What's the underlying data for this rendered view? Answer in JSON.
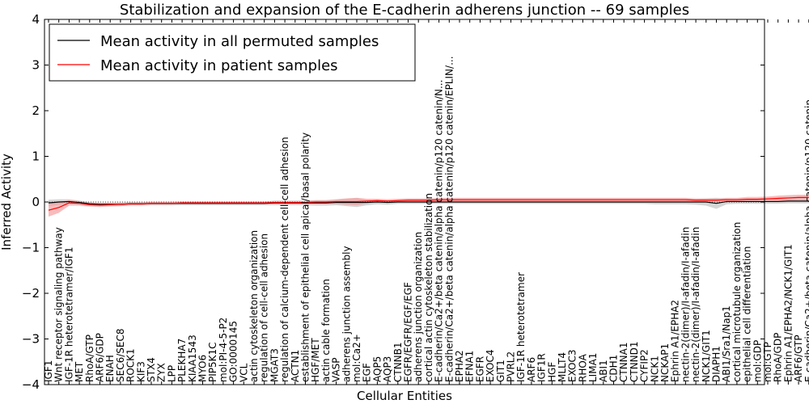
{
  "chart_data": {
    "type": "line",
    "title": "Stabilization and expansion of the E-cadherin adherens junction -- 69 samples",
    "xlabel": "Cellular Entities",
    "ylabel": "Inferred Activity",
    "ylim": [
      -4,
      4
    ],
    "yticks": [
      "4",
      "3",
      "2",
      "1",
      "0",
      "−1",
      "−2",
      "−3",
      "−4"
    ],
    "grid": false,
    "legend_position": "top-left",
    "colors": {
      "permuted": "#000000",
      "patient": "#ff0000",
      "patient_band": "#f4a0a0",
      "permuted_band": "#bbbbbb",
      "zero_line": "#555555"
    },
    "categories": [
      "IGF1",
      "Wnt receptor signaling pathway",
      "IGF-1R heterotetramer/IGF1",
      "MET",
      "RhoA/GTP",
      "ARF6/GDP",
      "ENAH",
      "SEC6/SEC8",
      "ROCK1",
      "KIF3",
      "STX4",
      "ZYX",
      "LPP",
      "PLEKHA7",
      "KIAA1543",
      "MYO6",
      "PIP5K1C",
      "mol:PI-4-5-P2",
      "GO:0000145",
      "VCL",
      "actin cytoskeleton organization",
      "regulation of cell-cell adhesion",
      "MGAT3",
      "regulation of calcium-dependent cell-cell adhesion",
      "ACTN1",
      "establishment of epithelial cell apical/basal polarity",
      "HGF/MET",
      "actin cable formation",
      "VASP",
      "adherens junction assembly",
      "mol:Ca2+",
      "EGF",
      "AQP5",
      "AQP3",
      "CTNNB1",
      "EGFR/EGFR/EGF/EGF",
      "adherens junction organization",
      "cortical actin cytoskeleton stabilization",
      "E-cadherin/Ca2+/beta catenin/alpha catenin/p120 catenin/N...",
      "E-cadherin/Ca2+/beta catenin/alpha catenin/p120 catenin/EPLIN/...",
      "EPHA2",
      "EFNA1",
      "EGFR",
      "EXOC4",
      "GIT1",
      "PVRL2",
      "IGF-1R heterotetramer",
      "ARF6",
      "IGF1R",
      "HGF",
      "MLLT4",
      "EXOC3",
      "RHOA",
      "LIMA1",
      "ABI1",
      "CDH1",
      "CTNNA1",
      "CTNND1",
      "CYFIP2",
      "NCK1",
      "NCKAP1",
      "Ephrin A1/EPHA2",
      "nectin-2(dimer)/I-afadin/I-afadin",
      "nectin-2(dimer)/I-afadin/I-afadin",
      "NCK1/GIT1",
      "DIAPH1",
      "ABI1/Sra1/Nap1",
      "cortical microtubule organization",
      "epithelial cell differentiation",
      "mol:GDP",
      "mol:GTP",
      "RhoA/GDP",
      "Ephrin A1/EPHA2/NCK1/GIT1",
      "ARF6/GTP",
      "E-cadherin/Ca2+/beta catenin/alpha catenin/p120 catenin"
    ],
    "series": [
      {
        "name": "Mean activity in all permuted samples",
        "values": [
          -0.02,
          0.0,
          0.01,
          -0.01,
          -0.04,
          -0.05,
          -0.05,
          -0.05,
          -0.04,
          -0.04,
          -0.03,
          -0.03,
          -0.03,
          -0.03,
          -0.03,
          -0.03,
          -0.03,
          -0.03,
          -0.03,
          -0.03,
          -0.03,
          -0.03,
          -0.02,
          -0.02,
          -0.02,
          -0.02,
          -0.02,
          -0.02,
          -0.01,
          -0.01,
          -0.01,
          -0.01,
          0.0,
          -0.01,
          0.0,
          0.0,
          0.0,
          0.0,
          0.0,
          0.0,
          0.0,
          0.0,
          0.0,
          0.0,
          0.0,
          0.0,
          0.0,
          0.0,
          0.0,
          0.0,
          0.0,
          0.0,
          0.0,
          0.0,
          0.0,
          0.0,
          0.0,
          0.0,
          0.0,
          0.0,
          0.0,
          0.0,
          0.0,
          0.0,
          0.0,
          -0.03,
          0.01,
          0.01,
          0.01,
          0.01,
          0.01,
          0.01,
          0.02,
          0.02,
          0.02
        ]
      },
      {
        "name": "Mean activity in patient samples",
        "values": [
          -0.18,
          -0.12,
          -0.02,
          -0.03,
          -0.06,
          -0.07,
          -0.06,
          -0.05,
          -0.04,
          -0.04,
          -0.03,
          -0.03,
          -0.03,
          -0.02,
          -0.02,
          -0.02,
          -0.02,
          -0.02,
          -0.02,
          -0.02,
          -0.02,
          -0.02,
          -0.01,
          -0.01,
          -0.01,
          -0.01,
          0.0,
          0.0,
          0.01,
          0.01,
          0.01,
          0.02,
          0.03,
          0.02,
          0.03,
          0.04,
          0.04,
          0.04,
          0.05,
          0.05,
          0.05,
          0.05,
          0.05,
          0.05,
          0.05,
          0.05,
          0.05,
          0.05,
          0.05,
          0.05,
          0.05,
          0.05,
          0.05,
          0.05,
          0.05,
          0.05,
          0.05,
          0.05,
          0.05,
          0.05,
          0.05,
          0.05,
          0.05,
          0.04,
          0.04,
          0.04,
          0.05,
          0.05,
          0.06,
          0.06,
          0.07,
          0.08,
          0.09,
          0.1,
          0.1
        ]
      }
    ],
    "bands": {
      "permuted_spread": [
        0.07,
        0.06,
        0.05,
        0.04,
        0.04,
        0.04,
        0.04,
        0.04,
        0.04,
        0.04,
        0.04,
        0.04,
        0.04,
        0.04,
        0.04,
        0.04,
        0.04,
        0.04,
        0.04,
        0.04,
        0.04,
        0.04,
        0.05,
        0.05,
        0.05,
        0.05,
        0.06,
        0.06,
        0.06,
        0.08,
        0.1,
        0.06,
        0.05,
        0.05,
        0.04,
        0.04,
        0.04,
        0.04,
        0.04,
        0.04,
        0.04,
        0.04,
        0.04,
        0.04,
        0.04,
        0.04,
        0.04,
        0.04,
        0.04,
        0.04,
        0.04,
        0.04,
        0.04,
        0.04,
        0.04,
        0.04,
        0.04,
        0.04,
        0.04,
        0.05,
        0.05,
        0.05,
        0.05,
        0.06,
        0.08,
        0.12,
        0.06,
        0.05,
        0.05,
        0.05,
        0.05,
        0.05,
        0.05,
        0.05,
        0.05
      ],
      "patient_spread": [
        0.14,
        0.12,
        0.06,
        0.05,
        0.04,
        0.04,
        0.04,
        0.04,
        0.03,
        0.03,
        0.03,
        0.03,
        0.03,
        0.03,
        0.03,
        0.03,
        0.03,
        0.03,
        0.03,
        0.03,
        0.03,
        0.03,
        0.03,
        0.03,
        0.03,
        0.03,
        0.04,
        0.04,
        0.05,
        0.07,
        0.08,
        0.05,
        0.04,
        0.04,
        0.04,
        0.04,
        0.04,
        0.04,
        0.04,
        0.04,
        0.04,
        0.04,
        0.04,
        0.04,
        0.04,
        0.04,
        0.04,
        0.04,
        0.04,
        0.04,
        0.04,
        0.04,
        0.04,
        0.04,
        0.04,
        0.04,
        0.04,
        0.04,
        0.04,
        0.04,
        0.04,
        0.04,
        0.04,
        0.04,
        0.04,
        0.04,
        0.04,
        0.04,
        0.05,
        0.05,
        0.05,
        0.06,
        0.06,
        0.06,
        0.06
      ]
    }
  }
}
